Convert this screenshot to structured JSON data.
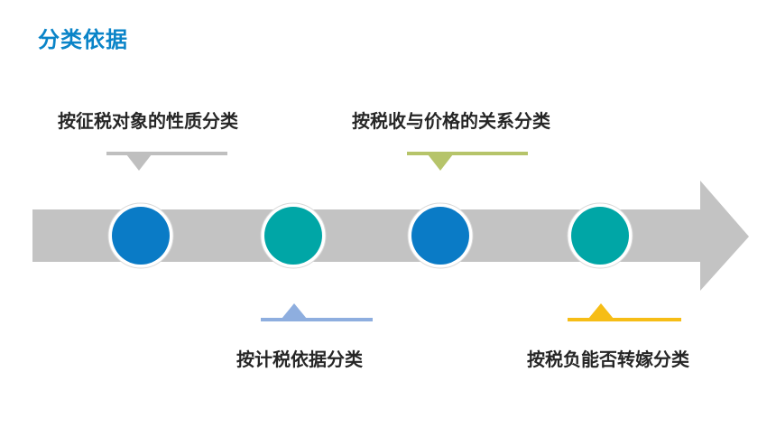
{
  "page": {
    "title": "分类依据"
  },
  "categories": [
    {
      "label": "按征税对象的性质分类",
      "accent": "#bfbfbf",
      "node_color": "#0a7bc6"
    },
    {
      "label": "按计税依据分类",
      "accent": "#8eaedf",
      "node_color": "#00a6a6"
    },
    {
      "label": "按税收与价格的关系分类",
      "accent": "#b6c46a",
      "node_color": "#0a7bc6"
    },
    {
      "label": "按税负能否转嫁分类",
      "accent": "#f6bd16",
      "node_color": "#00a6a6"
    }
  ],
  "colors": {
    "title": "#0a84c8",
    "arrow": "#c3c3c3",
    "node_ring": "#ffffff"
  }
}
